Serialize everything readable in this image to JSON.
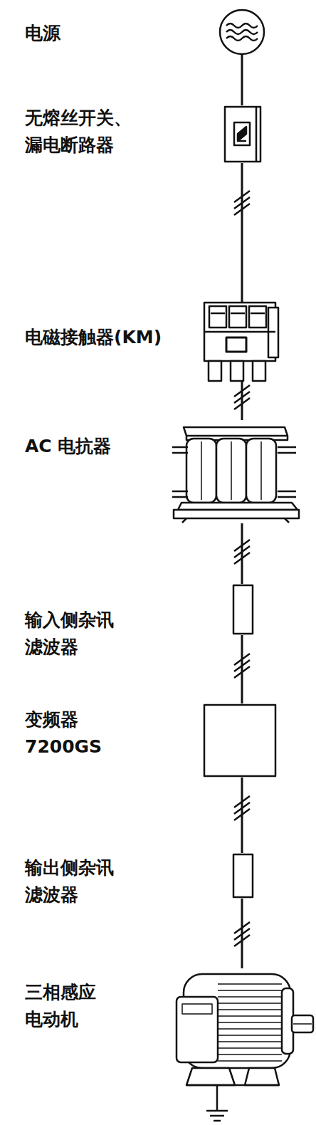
{
  "diagram": {
    "nodes": [
      {
        "text": [
          "电源"
        ]
      },
      {
        "text": [
          "无熔丝开关、 漏电断路器"
        ]
      },
      {
        "text": [
          "电磁接触器(KM)"
        ]
      },
      {
        "text": [
          "AC 电抗器"
        ]
      },
      {
        "text": [
          "输入侧杂讯 滤波器"
        ]
      },
      {
        "text": [
          "变频器 7200GS"
        ]
      },
      {
        "text": [
          "输出侧杂讯 滤波器"
        ]
      },
      {
        "text": [
          "三相感应 电动机"
        ]
      }
    ],
    "edges": [
      {
        "from": 0,
        "to": 1,
        "arrow": "none"
      },
      {
        "from": 1,
        "to": 2,
        "arrow": "none"
      },
      {
        "from": 2,
        "to": 3,
        "arrow": "none"
      },
      {
        "from": 3,
        "to": 4,
        "arrow": "none"
      },
      {
        "from": 4,
        "to": 5,
        "arrow": "none"
      },
      {
        "from": 5,
        "to": 6,
        "arrow": "none"
      },
      {
        "from": 6,
        "to": 7,
        "arrow": "none"
      }
    ]
  }
}
